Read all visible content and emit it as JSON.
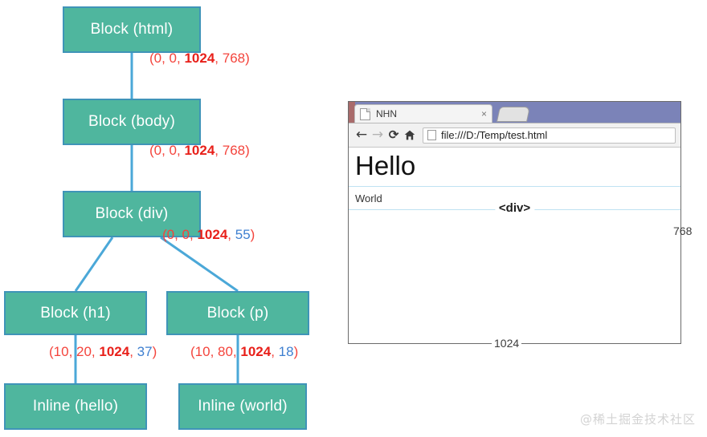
{
  "render_tree": {
    "title": "render tree diagram",
    "nodes": [
      {
        "id": "html",
        "label": "Block (html)"
      },
      {
        "id": "body",
        "label": "Block (body)"
      },
      {
        "id": "div",
        "label": "Block (div)"
      },
      {
        "id": "h1",
        "label": "Block (h1)"
      },
      {
        "id": "p",
        "label": "Block (p)"
      },
      {
        "id": "hello",
        "label": "Inline (hello)"
      },
      {
        "id": "world",
        "label": "Inline (world)"
      }
    ],
    "coords": [
      {
        "for": "html",
        "x": "(10, ",
        "open": "(0, ",
        "a": "0, ",
        "b": "0, ",
        "bold": "1024",
        "tail": ", 768)",
        "tail_color": "red",
        "full": "(0, 0, 1024, 768)"
      },
      {
        "for": "body",
        "open": "(0, ",
        "b": "0, ",
        "bold": "1024",
        "tail": ", 768)",
        "tail_color": "red",
        "full": "(0, 0, 1024, 768)"
      },
      {
        "for": "div",
        "open": "(0, ",
        "b": "0, ",
        "bold": "1024",
        "tail": ", 55)",
        "tail_color": "blue",
        "full": "(0, 0, 1024, 55)"
      },
      {
        "for": "h1",
        "open": "(10, ",
        "b": "20, ",
        "bold": "1024",
        "tail": ", 37)",
        "tail_color": "blue",
        "full": "(10, 20, 1024, 37)"
      },
      {
        "for": "p",
        "open": "(10, ",
        "b": "80, ",
        "bold": "1024",
        "tail": ", 18)",
        "tail_color": "blue",
        "full": "(10, 80, 1024, 18)"
      }
    ],
    "coord_parts": {
      "html": {
        "prefix": "(0, 0, ",
        "bold": "1024",
        "suffix_open": ", ",
        "value": "768",
        "close": ")"
      },
      "body": {
        "prefix": "(0, 0, ",
        "bold": "1024",
        "suffix_open": ", ",
        "value": "768",
        "close": ")"
      },
      "div": {
        "prefix": "(0, 0, ",
        "bold": "1024",
        "suffix_open": ", ",
        "value": "55",
        "close": ")"
      },
      "h1": {
        "prefix": "(10, 20, ",
        "bold": "1024",
        "suffix_open": ", ",
        "value": "37",
        "close": ")"
      },
      "p": {
        "prefix": "(10, 80, ",
        "bold": "1024",
        "suffix_open": ", ",
        "value": "18",
        "close": ")"
      }
    },
    "colors": {
      "node_fill": "#4fb69e",
      "node_border": "#3f94b8",
      "node_text": "#ffffff",
      "edge": "#4ba8d8",
      "coord_red": "#f4443c",
      "coord_red_bold": "#e8201a",
      "coord_blue": "#3e7fd0"
    }
  },
  "browser": {
    "tab": {
      "title": "NHN",
      "close_label": "×",
      "favicon_name": "page-favicon"
    },
    "toolbar": {
      "back_label": "←",
      "forward_label": "→",
      "reload_label": "⟳",
      "home_label": "home-icon",
      "url": "file:///D:/Temp/test.html"
    },
    "page": {
      "heading": "Hello",
      "paragraph": "World",
      "div_label": "<div>"
    }
  },
  "measurements": {
    "width_label": "1024",
    "height_label": "768"
  },
  "watermark": "@稀土掘金技术社区"
}
